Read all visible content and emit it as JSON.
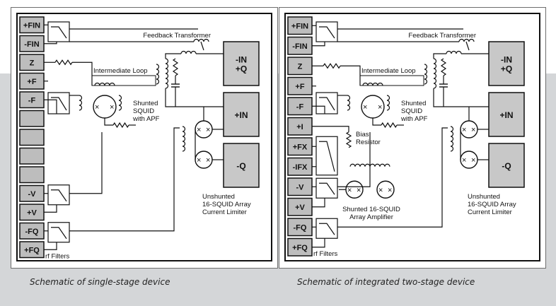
{
  "colors": {
    "band": "#d4d6d8",
    "pin_fill": "#bdbdbd",
    "line": "#111111",
    "terminal_fill": "#c8c8c8"
  },
  "left": {
    "pins": [
      "+FIN",
      "-FIN",
      "Z",
      "+F",
      "-F",
      "",
      "",
      "",
      "",
      "-V",
      "+V",
      "-FQ",
      "+FQ"
    ],
    "terminals": [
      "-IN\n+Q",
      "+IN",
      "-Q"
    ],
    "labels": {
      "feedback": "Feedback Transformer",
      "loop": "Intermediate Loop",
      "squid1": "Shunted",
      "squid2": "SQUID",
      "squid3": "with APF",
      "array1": "Unshunted",
      "array2": "16-SQUID Array",
      "array3": "Current Limiter",
      "rf": "rf Filters"
    },
    "caption": "Schematic of single-stage device"
  },
  "right": {
    "pins": [
      "+FIN",
      "-FIN",
      "Z",
      "+F",
      "-F",
      "+I",
      "+FX",
      "-IFX",
      "-V",
      "+V",
      "-FQ",
      "+FQ"
    ],
    "terminals": [
      "-IN\n+Q",
      "+IN",
      "-Q"
    ],
    "labels": {
      "feedback": "Feedback Transformer",
      "loop": "Intermediate Loop",
      "squid1": "Shunted",
      "squid2": "SQUID",
      "squid3": "with APF",
      "bias1": "Bias",
      "bias2": "Resistor",
      "amp1": "Shunted 16-SQUID",
      "amp2": "Array Amplifier",
      "array1": "Unshunted",
      "array2": "16-SQUID Array",
      "array3": "Current Limiter",
      "rf": "rf Filters"
    },
    "caption": "Schematic of  integrated two-stage device"
  }
}
